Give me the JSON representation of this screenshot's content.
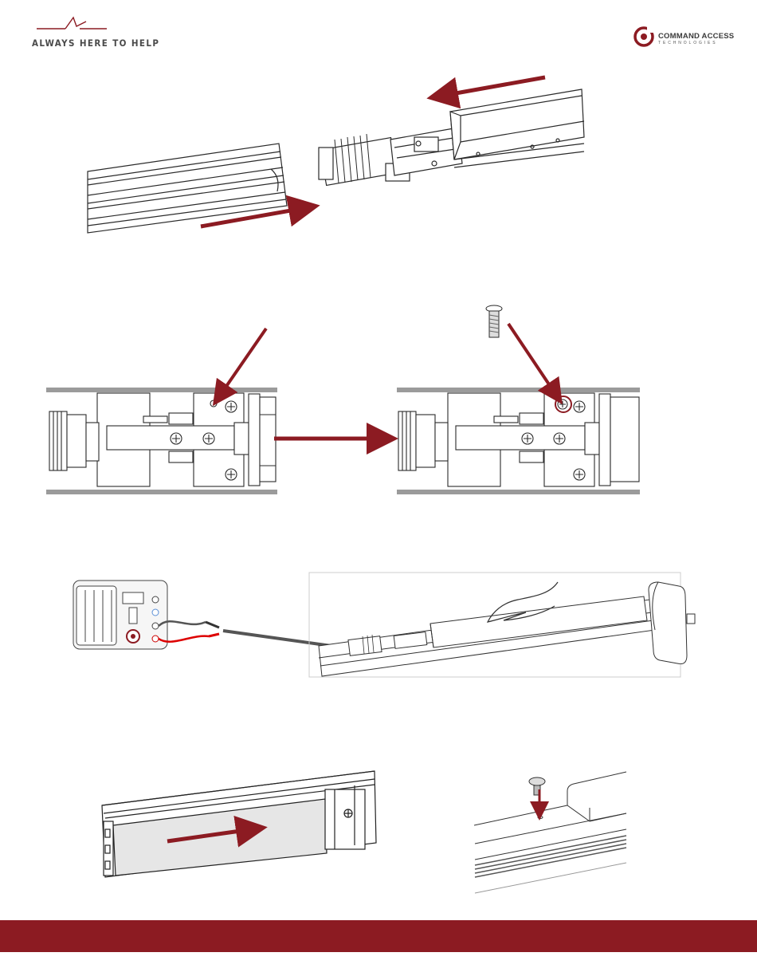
{
  "header": {
    "tagline": "ALWAYS HERE TO HELP",
    "brand_name": "COMMAND ACCESS",
    "brand_sub": "TECHNOLOGIES"
  },
  "colors": {
    "accent": "#8c1b22",
    "line": "#2a2a2a",
    "panel": "#e6e6e6",
    "footer": "#8c1b22"
  }
}
